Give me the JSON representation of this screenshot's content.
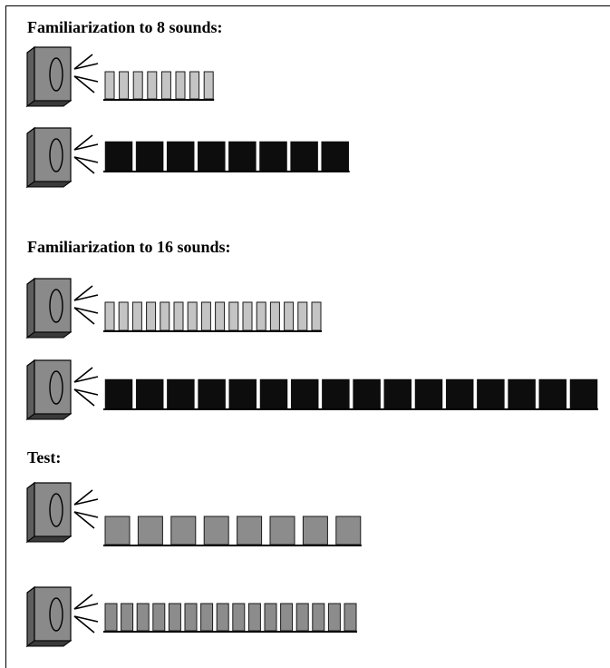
{
  "headings": {
    "fam8": "Familiarization to 8 sounds:",
    "fam16": "Familiarization to 16 sounds:",
    "test": "Test:"
  },
  "colors": {
    "light_tone": "#c4c4c4",
    "dark_tone": "#0d0d0d",
    "test_tone": "#8c8c8c",
    "speaker_front": "#8a8a8a",
    "speaker_side": "#5e5e5e"
  },
  "sequences": [
    {
      "section": "fam8",
      "label": "familiarization-8-light-sequence",
      "count": 8,
      "shade": "light_tone"
    },
    {
      "section": "fam8",
      "label": "familiarization-8-dark-sequence",
      "count": 8,
      "shade": "dark_tone"
    },
    {
      "section": "fam16",
      "label": "familiarization-16-light-sequence",
      "count": 16,
      "shade": "light_tone"
    },
    {
      "section": "fam16",
      "label": "familiarization-16-dark-sequence",
      "count": 16,
      "shade": "dark_tone"
    },
    {
      "section": "test",
      "label": "test-8-sequence",
      "count": 8,
      "shade": "test_tone"
    },
    {
      "section": "test",
      "label": "test-16-sequence",
      "count": 16,
      "shade": "test_tone"
    }
  ]
}
